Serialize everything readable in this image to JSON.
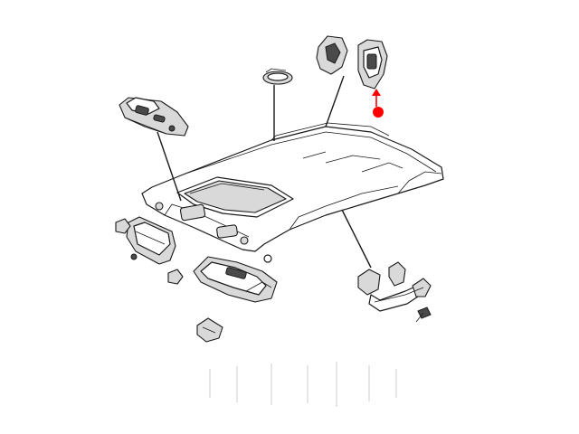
{
  "diagram": {
    "highlight_color": "#ff0000",
    "line_color": "#1a1a1a",
    "part_fill": "#d9d9d9",
    "parts": [
      {
        "name": "headliner",
        "icon": "headliner-panel-icon"
      },
      {
        "name": "sunroof-opening",
        "icon": "sunroof-opening-icon"
      },
      {
        "name": "overhead-console",
        "icon": "overhead-console-icon"
      },
      {
        "name": "dome-lamp",
        "icon": "dome-lamp-icon"
      },
      {
        "name": "assist-handle-bracket",
        "icon": "assist-handle-bracket-icon"
      },
      {
        "name": "assist-handle-bracket-highlighted",
        "icon": "assist-handle-bracket-icon"
      },
      {
        "name": "sun-visor-left",
        "icon": "sun-visor-icon"
      },
      {
        "name": "sun-visor-right",
        "icon": "sun-visor-icon"
      },
      {
        "name": "visor-clip",
        "icon": "visor-clip-icon"
      },
      {
        "name": "grab-handle",
        "icon": "grab-handle-icon"
      },
      {
        "name": "screw",
        "icon": "screw-icon"
      },
      {
        "name": "retainer-clip",
        "icon": "retainer-clip-icon"
      }
    ],
    "highlight_marker": {
      "icon": "red-dot-marker-icon",
      "arrow": "red-arrow-icon"
    }
  }
}
